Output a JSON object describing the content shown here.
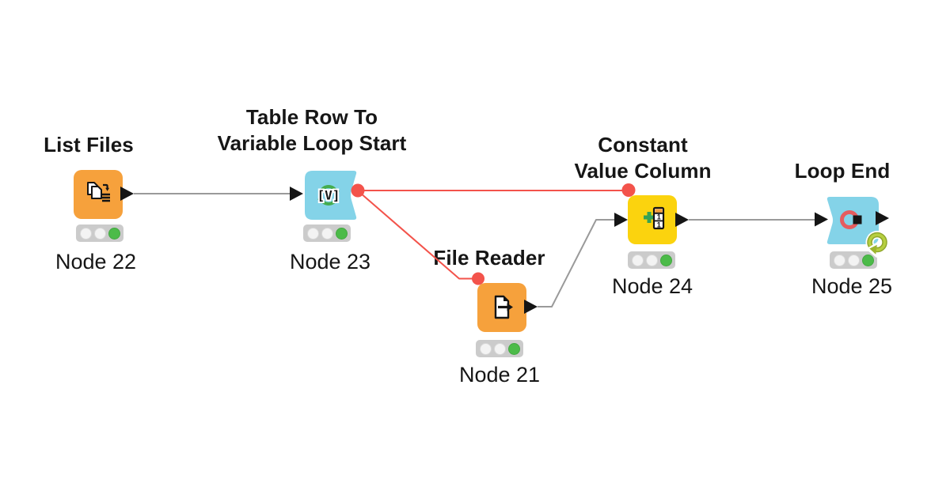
{
  "workflow": {
    "nodes": [
      {
        "id": "node-22",
        "name": "List Files",
        "caption": "Node 22",
        "status": "executed",
        "color": "#F6A13C",
        "icon": "stacked-files-list-icon"
      },
      {
        "id": "node-23",
        "name": "Table Row To\nVariable Loop Start",
        "caption": "Node 23",
        "status": "executed",
        "color": "#84D3E8",
        "icon": "loop-variable-icon"
      },
      {
        "id": "node-21",
        "name": "File Reader",
        "caption": "Node 21",
        "status": "executed",
        "color": "#F6A13C",
        "icon": "file-read-arrow-icon"
      },
      {
        "id": "node-24",
        "name": "Constant\nValue Column",
        "caption": "Node 24",
        "status": "executed",
        "color": "#FBD30E",
        "icon": "add-column-icon"
      },
      {
        "id": "node-25",
        "name": "Loop End",
        "caption": "Node 25",
        "status": "executed",
        "color": "#84D3E8",
        "icon": "loop-end-collector-icon"
      }
    ],
    "connections": [
      {
        "from": "List Files",
        "to": "Table Row To Variable Loop Start",
        "type": "data"
      },
      {
        "from": "Table Row To Variable Loop Start",
        "to": "Constant Value Column",
        "type": "flow-variable"
      },
      {
        "from": "Table Row To Variable Loop Start",
        "to": "File Reader",
        "type": "flow-variable"
      },
      {
        "from": "File Reader",
        "to": "Constant Value Column",
        "type": "data"
      },
      {
        "from": "Constant Value Column",
        "to": "Loop End",
        "type": "data"
      }
    ],
    "colors": {
      "background": "#FFFFFF",
      "node_orange": "#F6A13C",
      "node_yellow": "#FBD30E",
      "node_blue": "#84D3E8",
      "wire_gray": "#9A9A9A",
      "flow_variable_red": "#F3534B",
      "port_black": "#151515",
      "status_green": "#4CBB49",
      "loop_badge_green": "#AFC838"
    },
    "badges": {
      "loop_end": "loop-reset-arrow-icon"
    }
  }
}
